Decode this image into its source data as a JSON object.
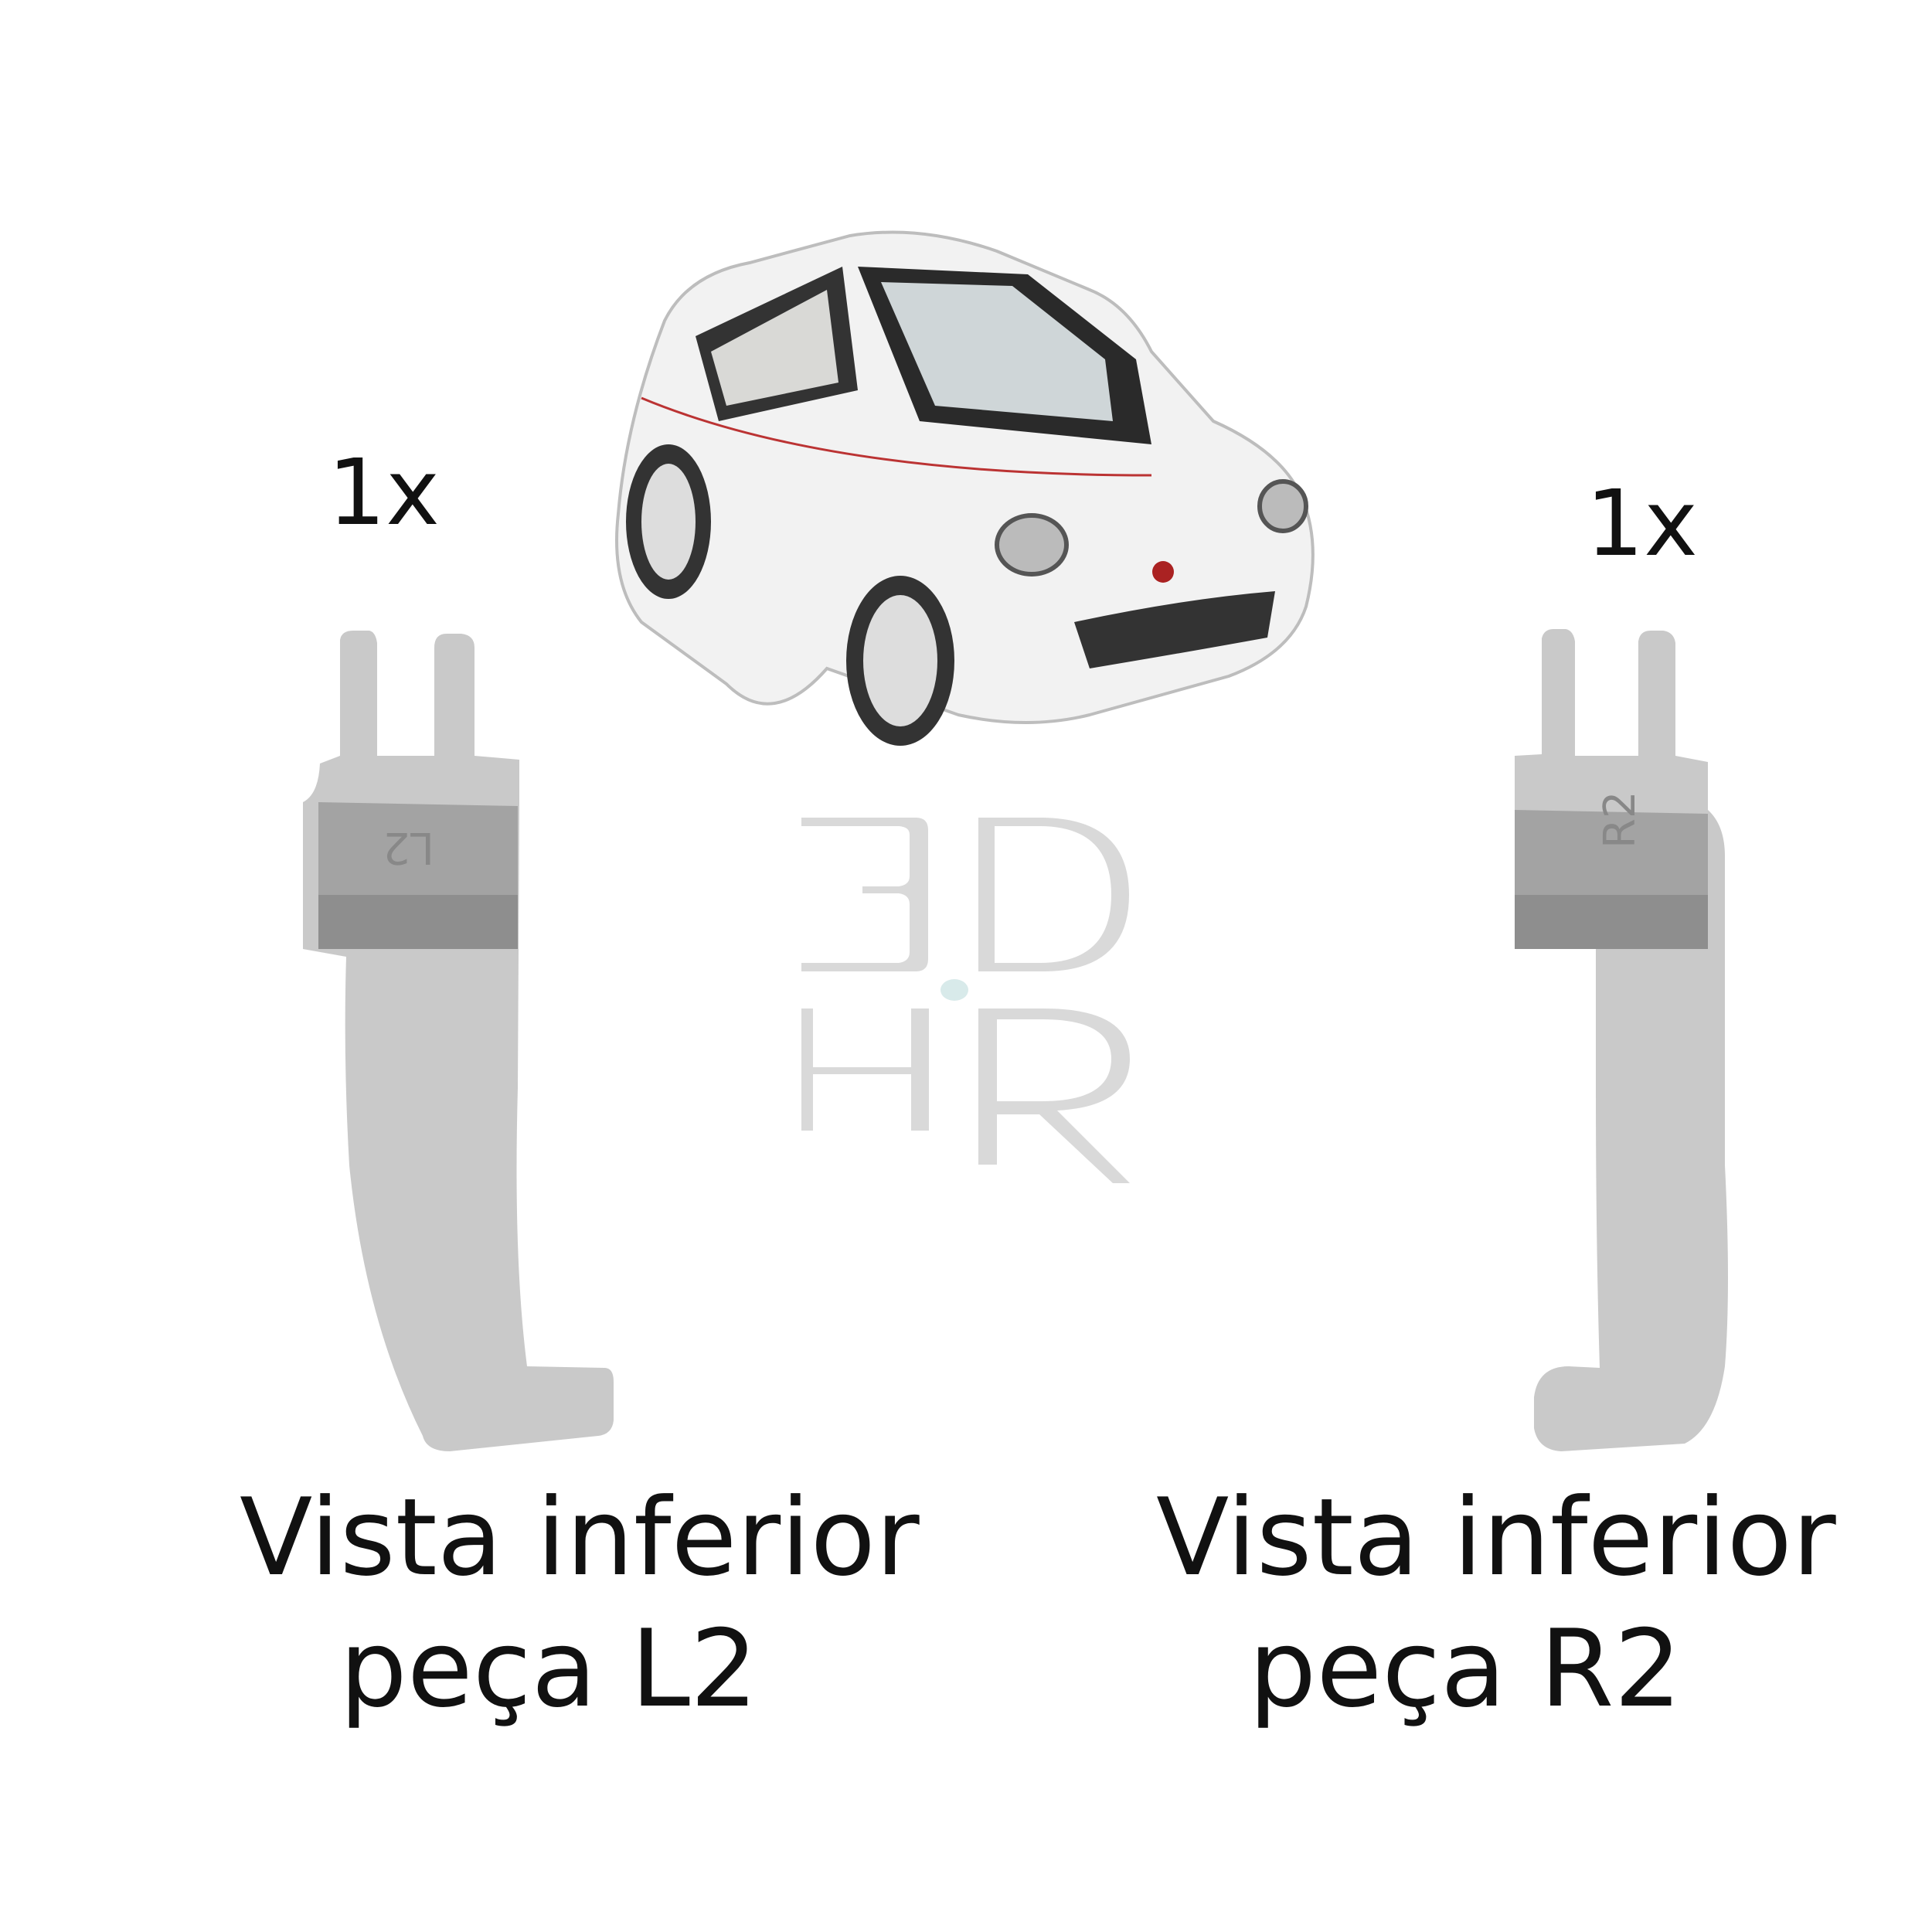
{
  "left_part": {
    "quantity": "1x",
    "caption_line1": "Vista inferior",
    "caption_line2": "peça L2",
    "engraving": "L2"
  },
  "right_part": {
    "quantity": "1x",
    "caption_line1": "Vista inferior",
    "caption_line2": "peça R2",
    "engraving": "R2"
  },
  "watermark": {
    "text_top": "3D",
    "text_bottom": "HR",
    "color": "#d9d9d9",
    "dot_color": "#d8eaea"
  },
  "colors": {
    "part_light": "#c9c9c9",
    "part_dark": "#8e8e8e",
    "car_body": "#f2f2f2"
  }
}
